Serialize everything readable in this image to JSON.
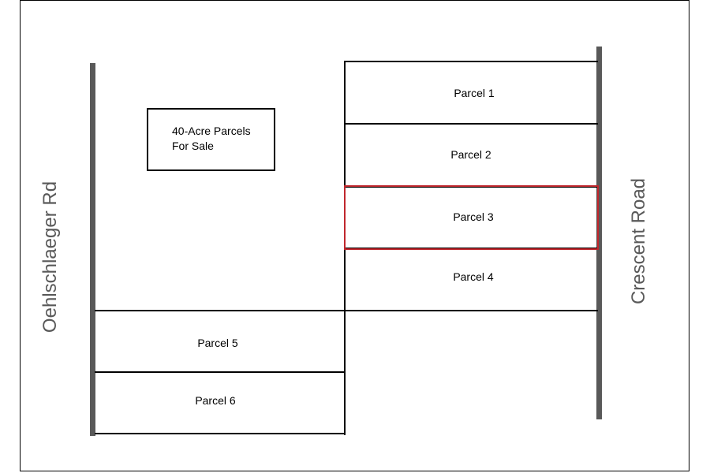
{
  "roads": {
    "west": {
      "name": "Oehlschlaeger Rd"
    },
    "east": {
      "name": "Crescent Road"
    }
  },
  "sign": {
    "line1": "40-Acre Parcels",
    "line2": "For Sale"
  },
  "parcels": [
    {
      "label": "Parcel 1"
    },
    {
      "label": "Parcel 2"
    },
    {
      "label": "Parcel 3",
      "highlighted": true
    },
    {
      "label": "Parcel 4"
    },
    {
      "label": "Parcel 5"
    },
    {
      "label": "Parcel 6"
    }
  ],
  "colors": {
    "road": "#595959",
    "lines": "#000000",
    "highlight": "#c0272d",
    "background": "#ffffff"
  }
}
